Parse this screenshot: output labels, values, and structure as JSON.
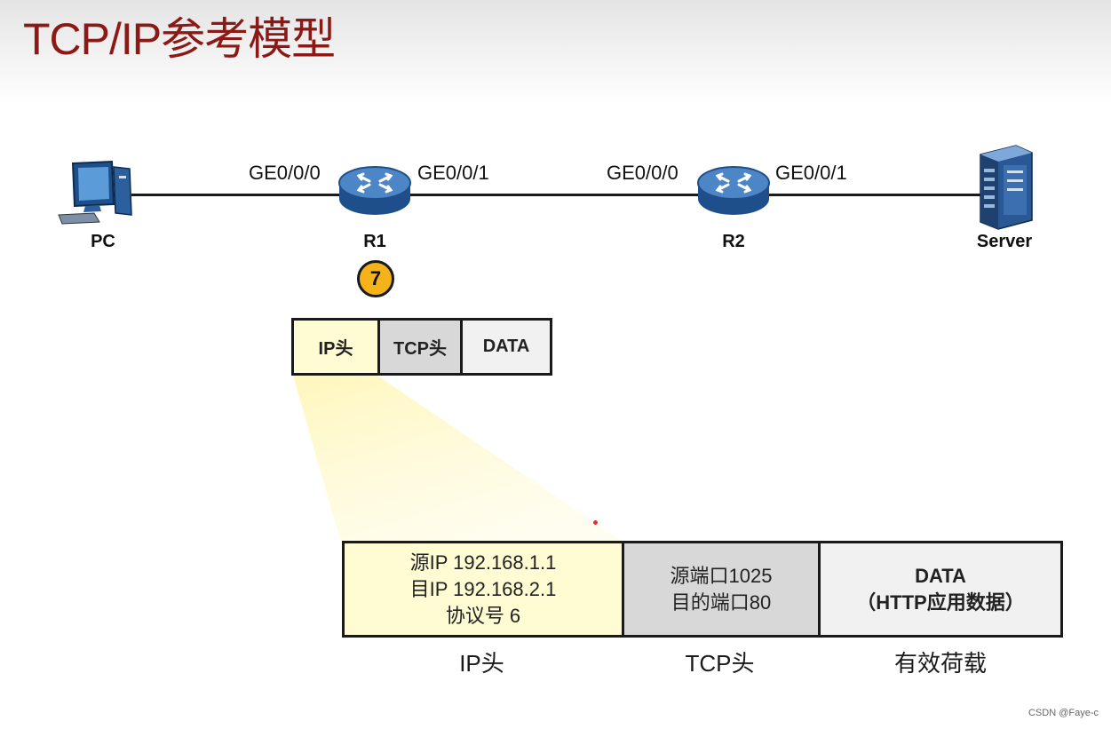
{
  "title": "TCP/IP参考模型",
  "devices": {
    "pc": "PC",
    "r1": "R1",
    "r2": "R2",
    "server": "Server"
  },
  "ports": {
    "r1_left": "GE0/0/0",
    "r1_right": "GE0/0/1",
    "r2_left": "GE0/0/0",
    "r2_right": "GE0/0/1"
  },
  "step_number": "7",
  "small_packet": {
    "ip": "IP头",
    "tcp": "TCP头",
    "data": "DATA"
  },
  "big_packet": {
    "ip_lines": [
      "源IP  192.168.1.1",
      "目IP  192.168.2.1",
      "协议号 6"
    ],
    "tcp_lines": [
      "源端口1025",
      "目的端口80"
    ],
    "data_lines": [
      "DATA",
      "（HTTP应用数据）"
    ]
  },
  "captions": {
    "ip": "IP头",
    "tcp": "TCP头",
    "payload": "有效荷载"
  },
  "watermark": "CSDN @Faye-c",
  "colors": {
    "title": "#8b1a16",
    "ip_header": "#fffbd2",
    "tcp_header": "#d8d8d8",
    "data": "#f1f1f1",
    "step_badge": "#f5b31b",
    "router": "#3b6fb0"
  }
}
